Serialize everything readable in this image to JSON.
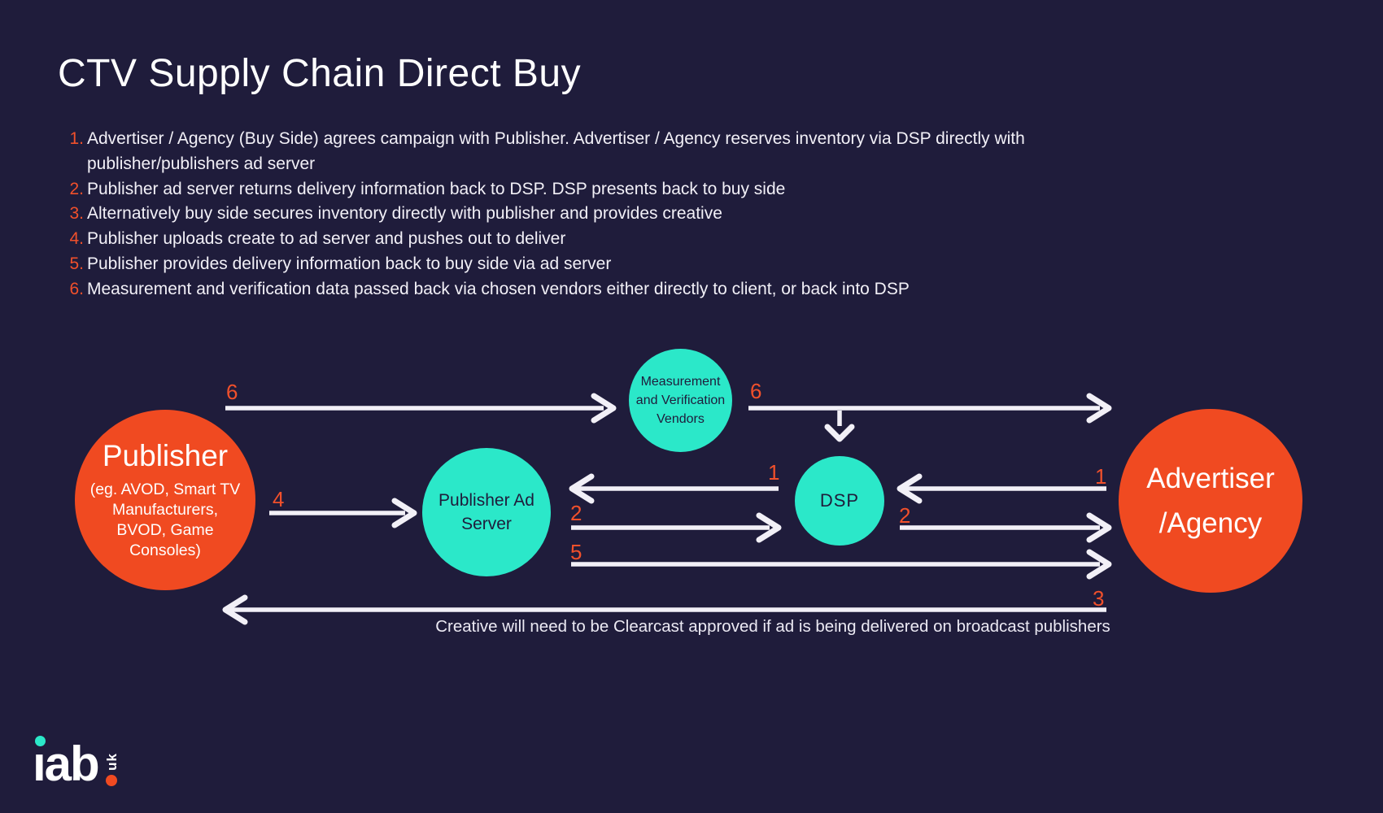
{
  "page_title": "CTV Supply Chain Direct Buy",
  "steps": [
    {
      "num": "1.",
      "text": "Advertiser / Agency (Buy Side) agrees campaign with Publisher. Advertiser / Agency reserves inventory via DSP directly with publisher/publishers ad server"
    },
    {
      "num": "2.",
      "text": "Publisher ad server returns delivery information back to DSP. DSP presents back to buy side"
    },
    {
      "num": "3.",
      "text": "Alternatively buy side secures inventory directly with publisher and provides creative"
    },
    {
      "num": "4.",
      "text": "Publisher uploads create to ad server and pushes out to deliver"
    },
    {
      "num": "5.",
      "text": "Publisher provides delivery information back to buy side via ad server"
    },
    {
      "num": "6.",
      "text": "Measurement and verification data passed back via chosen vendors either directly to client, or back into DSP"
    }
  ],
  "diagram": {
    "nodes": {
      "publisher": {
        "title": "Publisher",
        "subtitle": "(eg. AVOD, Smart TV Manufacturers, BVOD, Game Consoles)"
      },
      "publisher_ad_server": {
        "label": "Publisher Ad Server"
      },
      "measurement_vendors": {
        "label": "Measurement and Verification Vendors"
      },
      "dsp": {
        "label": "DSP"
      },
      "advertiser": {
        "lines": [
          "Advertiser",
          "/Agency"
        ]
      }
    },
    "arrow_labels": {
      "six_left": "6",
      "six_right": "6",
      "one_left": "1",
      "one_right": "1",
      "two_left": "2",
      "two_right": "2",
      "five": "5",
      "four": "4",
      "three": "3"
    },
    "caption": "Creative will need to be Clearcast approved if ad is being delivered on broadcast publishers"
  },
  "footer": {
    "brand": "iab",
    "region": "uk"
  },
  "colors": {
    "background": "#1F1C3B",
    "orange": "#F04A21",
    "teal": "#2BE8C9",
    "accent": "#F1502B",
    "text": "#F2F0F7",
    "dark_text": "#1F1C3B"
  }
}
